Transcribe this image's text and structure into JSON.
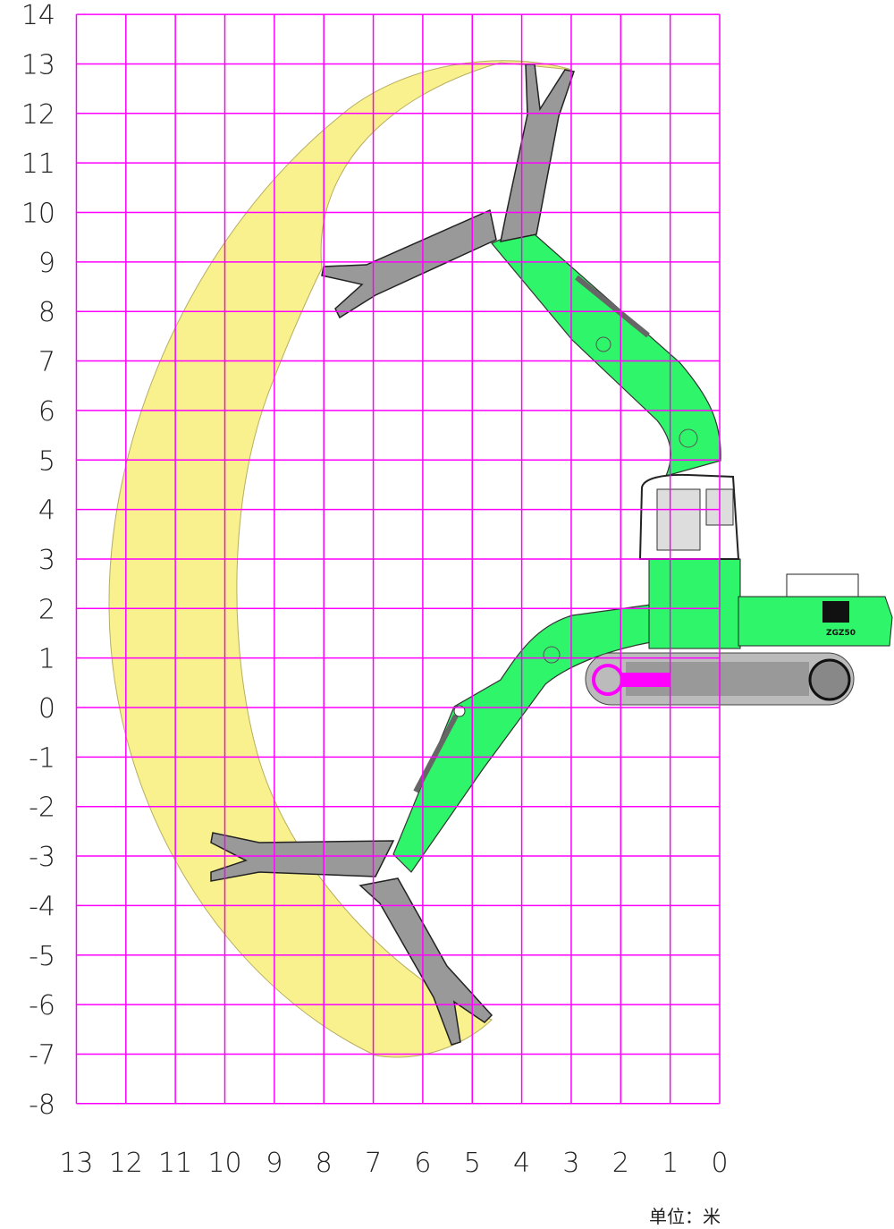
{
  "diagram": {
    "title": "Excavator working range",
    "unit_label": "单位：米",
    "model_label": "ZGZ50",
    "x_ticks": [
      "13",
      "12",
      "11",
      "10",
      "9",
      "8",
      "7",
      "6",
      "5",
      "4",
      "3",
      "2",
      "1",
      "0"
    ],
    "y_ticks": [
      "14",
      "13",
      "12",
      "11",
      "10",
      "9",
      "8",
      "7",
      "6",
      "5",
      "4",
      "3",
      "2",
      "1",
      "0",
      "-1",
      "-2",
      "-3",
      "-4",
      "-5",
      "-6",
      "-7",
      "-8"
    ],
    "colors": {
      "grid": "#ff00ff",
      "range": "#f9f08e",
      "machine": "#2ef56a",
      "attachment": "#999999"
    }
  }
}
